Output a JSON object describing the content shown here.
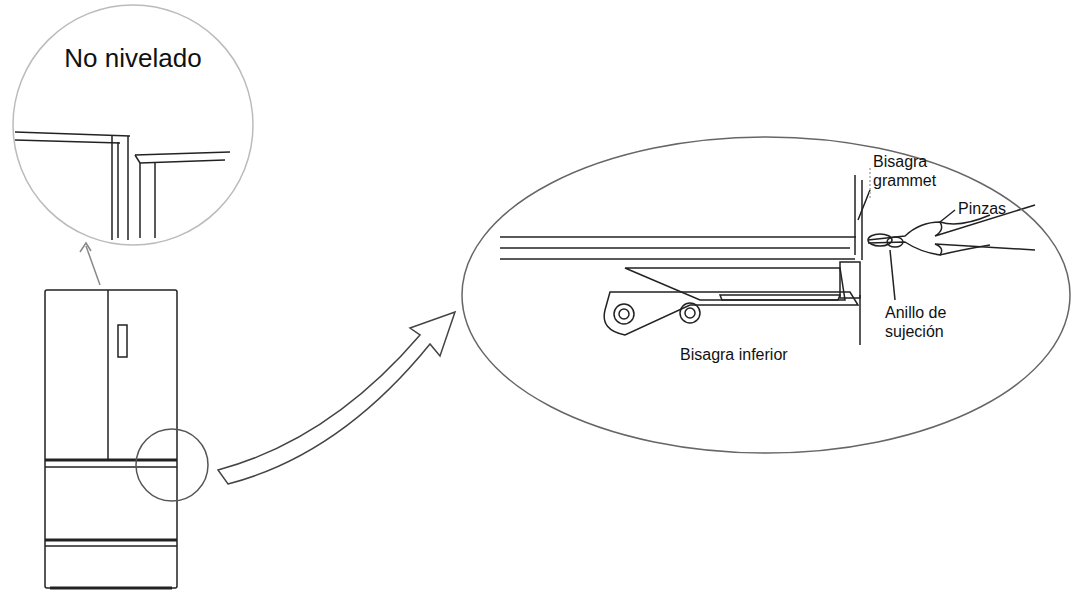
{
  "diagram": {
    "nodes": [
      {
        "text": [
          "No nivelado"
        ]
      },
      {
        "text": [
          "Bisagra grammet",
          "Pinzas",
          "Anillo de sujeción",
          "Bisagra inferior"
        ]
      }
    ],
    "labels": []
  }
}
